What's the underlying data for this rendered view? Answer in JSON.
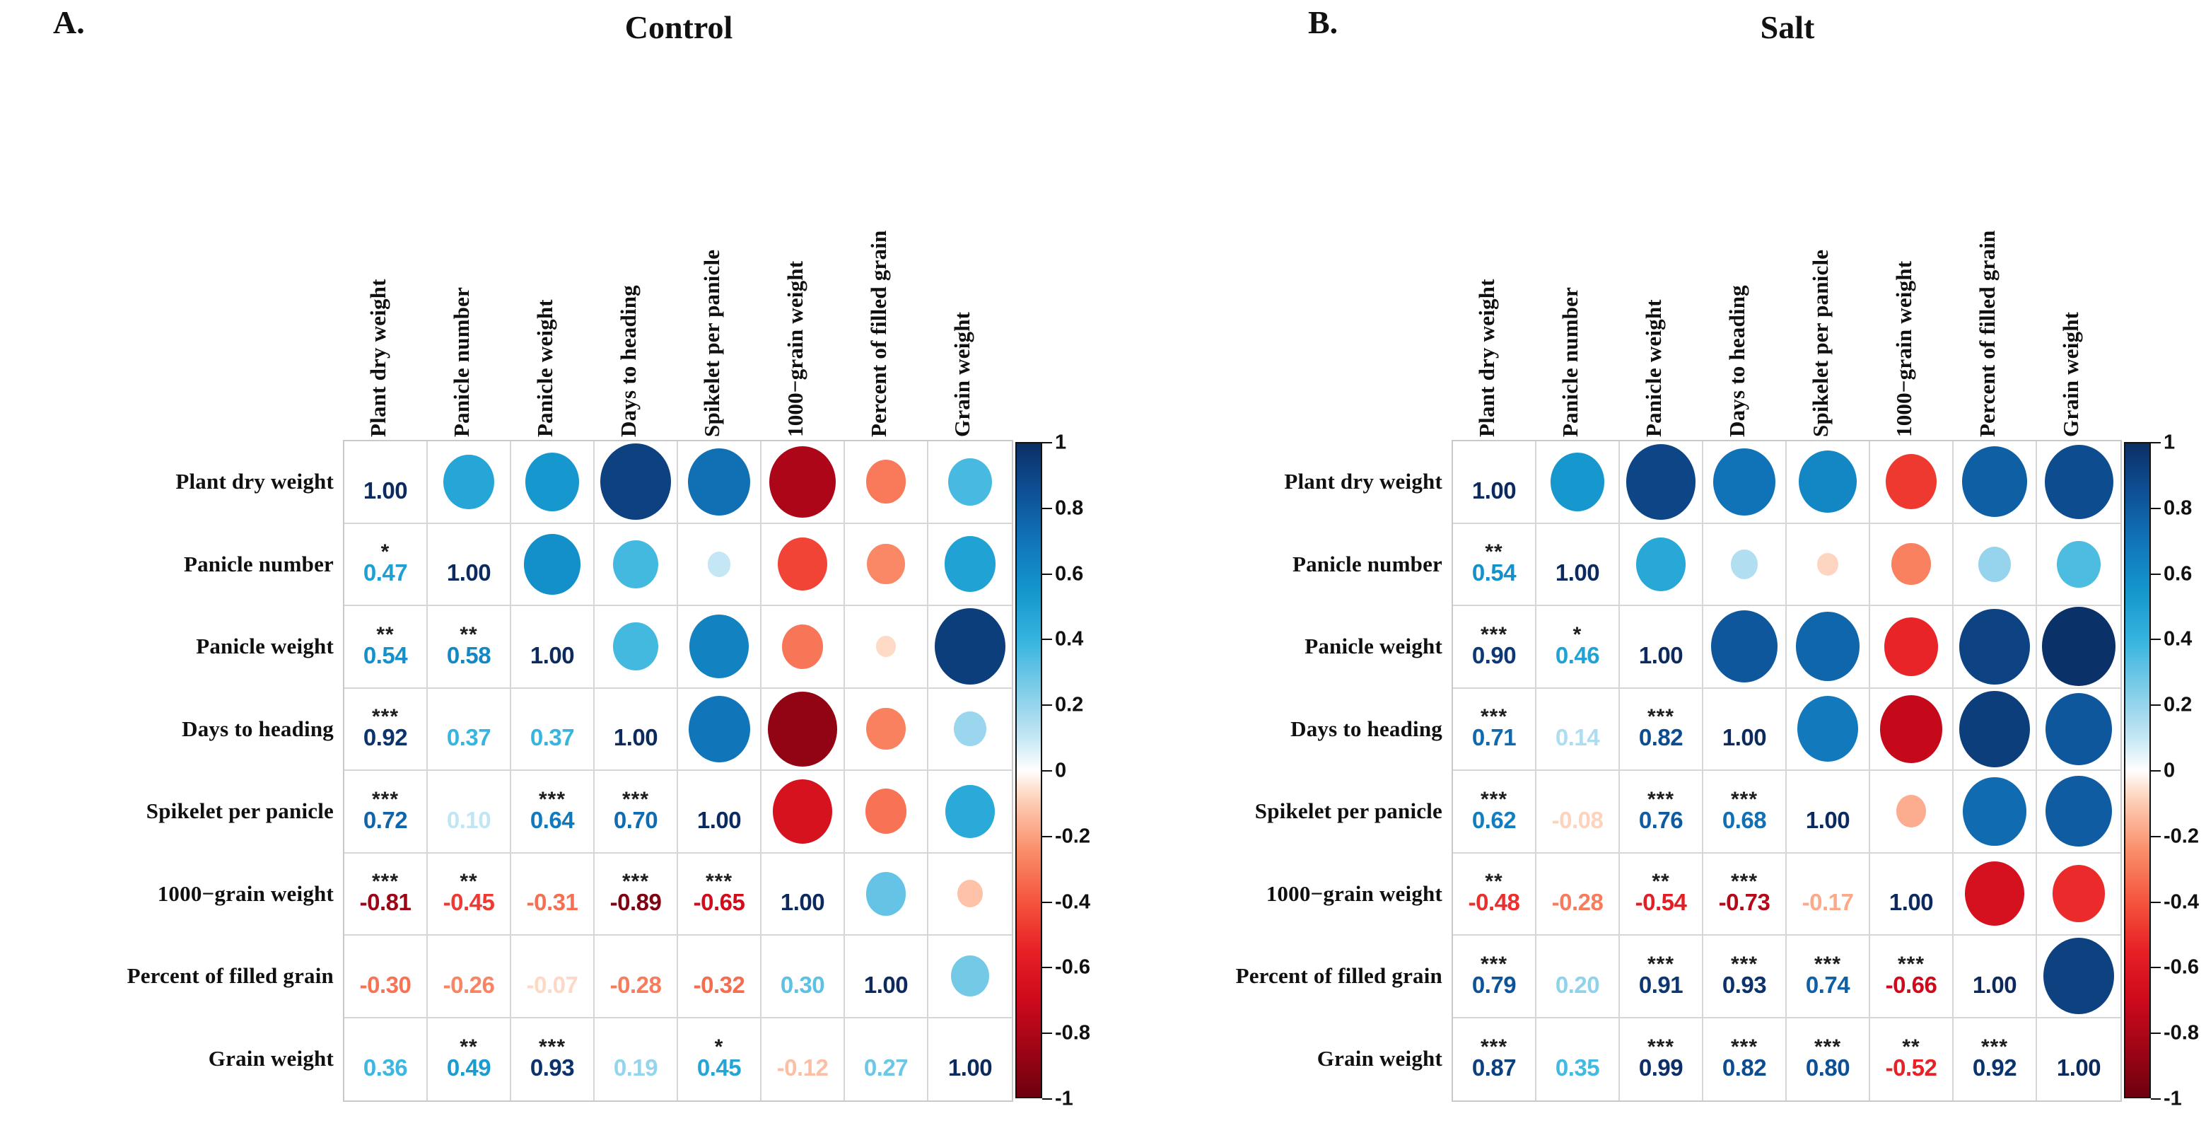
{
  "figure": {
    "variables": [
      "Plant dry weight",
      "Panicle number",
      "Panicle weight",
      "Days to heading",
      "Spikelet per panicle",
      "1000−grain weight",
      "Percent of filled grain",
      "Grain weight"
    ],
    "colorbar": {
      "ticks": [
        "1",
        "0.8",
        "0.6",
        "0.4",
        "0.2",
        "0",
        "-0.2",
        "-0.4",
        "-0.6",
        "-0.8",
        "-1"
      ],
      "tick_values": [
        1,
        0.8,
        0.6,
        0.4,
        0.2,
        0,
        -0.2,
        -0.4,
        -0.6,
        -0.8,
        -1
      ],
      "max_color": "#0b2f66",
      "mid_color": "#ffffff",
      "min_color": "#6d0010"
    }
  },
  "panels": [
    {
      "letter": "A.",
      "title": "Control"
    },
    {
      "letter": "B.",
      "title": "Salt"
    }
  ],
  "chart_data": [
    {
      "type": "heatmap",
      "title": "Control",
      "panel": "A.",
      "xlabel": "",
      "ylabel": "",
      "grid": true,
      "legend_position": "right",
      "zlim": [
        -1,
        1
      ],
      "categories": [
        "Plant dry weight",
        "Panicle number",
        "Panicle weight",
        "Days to heading",
        "Spikelet per panicle",
        "1000−grain weight",
        "Percent of filled grain",
        "Grain weight"
      ],
      "values": [
        [
          1.0,
          null,
          null,
          null,
          null,
          null,
          null,
          null
        ],
        [
          0.47,
          1.0,
          null,
          null,
          null,
          null,
          null,
          null
        ],
        [
          0.54,
          0.58,
          1.0,
          null,
          null,
          null,
          null,
          null
        ],
        [
          0.92,
          0.37,
          0.37,
          1.0,
          null,
          null,
          null,
          null
        ],
        [
          0.72,
          0.1,
          0.64,
          0.7,
          1.0,
          null,
          null,
          null
        ],
        [
          -0.81,
          -0.45,
          -0.31,
          -0.89,
          -0.65,
          1.0,
          null,
          null
        ],
        [
          -0.3,
          -0.26,
          -0.07,
          -0.28,
          -0.32,
          0.3,
          1.0,
          null
        ],
        [
          0.36,
          0.49,
          0.93,
          0.19,
          0.45,
          -0.12,
          0.27,
          1.0
        ]
      ],
      "significance": [
        [
          "",
          "",
          "",
          "",
          "",
          "",
          "",
          ""
        ],
        [
          "*",
          "",
          "",
          "",
          "",
          "",
          "",
          ""
        ],
        [
          "**",
          "**",
          "",
          "",
          "",
          "",
          "",
          ""
        ],
        [
          "***",
          "",
          "",
          "",
          "",
          "",
          "",
          ""
        ],
        [
          "***",
          "",
          "***",
          "***",
          "",
          "",
          "",
          ""
        ],
        [
          "***",
          "**",
          "",
          "***",
          "***",
          "",
          "",
          ""
        ],
        [
          "",
          "",
          "",
          "",
          "",
          "",
          "",
          ""
        ],
        [
          "",
          "**",
          "***",
          "",
          "*",
          "",
          "",
          ""
        ]
      ],
      "upper_triangle_display": "circle",
      "lower_triangle_display": "value-with-significance"
    },
    {
      "type": "heatmap",
      "title": "Salt",
      "panel": "B.",
      "xlabel": "",
      "ylabel": "",
      "grid": true,
      "legend_position": "right",
      "zlim": [
        -1,
        1
      ],
      "categories": [
        "Plant dry weight",
        "Panicle number",
        "Panicle weight",
        "Days to heading",
        "Spikelet per panicle",
        "1000−grain weight",
        "Percent of filled grain",
        "Grain weight"
      ],
      "values": [
        [
          1.0,
          null,
          null,
          null,
          null,
          null,
          null,
          null
        ],
        [
          0.54,
          1.0,
          null,
          null,
          null,
          null,
          null,
          null
        ],
        [
          0.9,
          0.46,
          1.0,
          null,
          null,
          null,
          null,
          null
        ],
        [
          0.71,
          0.14,
          0.82,
          1.0,
          null,
          null,
          null,
          null
        ],
        [
          0.62,
          -0.08,
          0.76,
          0.68,
          1.0,
          null,
          null,
          null
        ],
        [
          -0.48,
          -0.28,
          -0.54,
          -0.73,
          -0.17,
          1.0,
          null,
          null
        ],
        [
          0.79,
          0.2,
          0.91,
          0.93,
          0.74,
          -0.66,
          1.0,
          null
        ],
        [
          0.87,
          0.35,
          0.99,
          0.82,
          0.8,
          -0.52,
          0.92,
          1.0
        ]
      ],
      "significance": [
        [
          "",
          "",
          "",
          "",
          "",
          "",
          "",
          ""
        ],
        [
          "**",
          "",
          "",
          "",
          "",
          "",
          "",
          ""
        ],
        [
          "***",
          "*",
          "",
          "",
          "",
          "",
          "",
          ""
        ],
        [
          "***",
          "",
          "***",
          "",
          "",
          "",
          "",
          ""
        ],
        [
          "***",
          "",
          "***",
          "***",
          "",
          "",
          "",
          ""
        ],
        [
          "**",
          "",
          "**",
          "***",
          "",
          "",
          "",
          ""
        ],
        [
          "***",
          "",
          "***",
          "***",
          "***",
          "***",
          "",
          ""
        ],
        [
          "***",
          "",
          "***",
          "***",
          "***",
          "**",
          "***",
          ""
        ]
      ],
      "upper_triangle_display": "circle",
      "lower_triangle_display": "value-with-significance"
    }
  ]
}
